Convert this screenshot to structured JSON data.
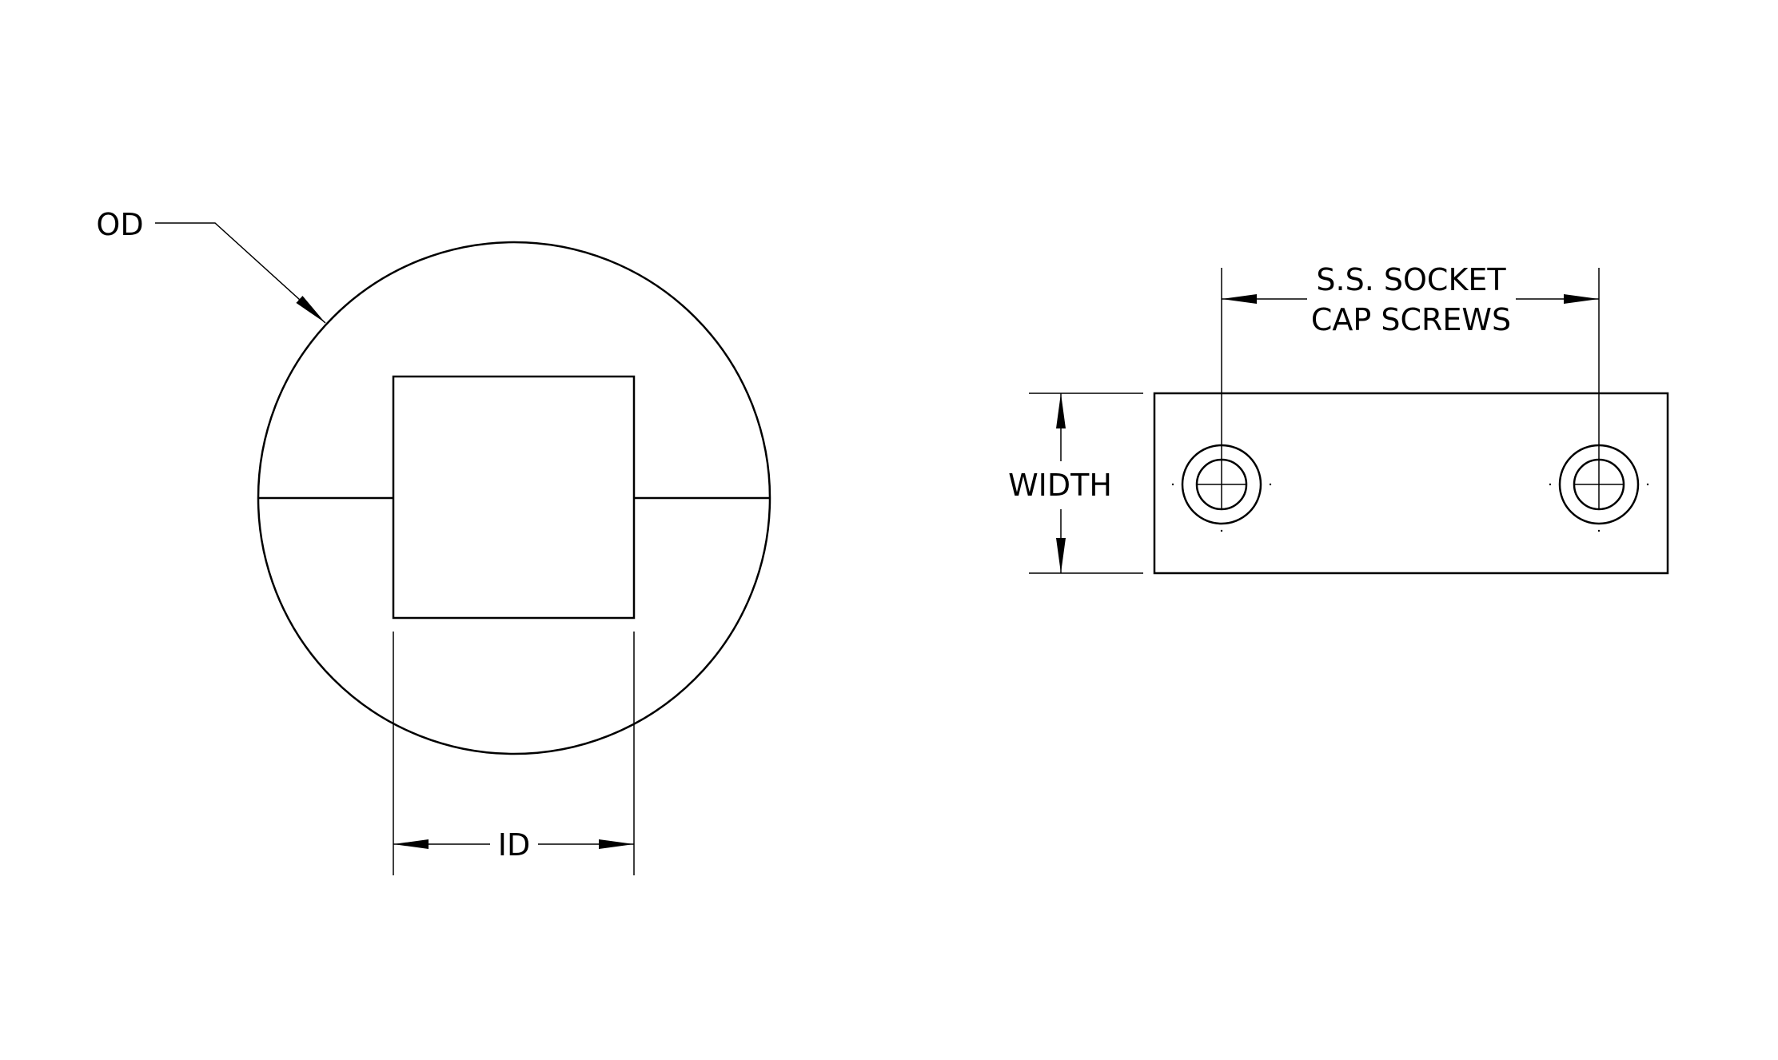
{
  "left_view": {
    "od_label": "OD",
    "id_label": "ID"
  },
  "right_view": {
    "screws_label_line1": "S.S. SOCKET",
    "screws_label_line2": "CAP SCREWS",
    "width_label": "WIDTH"
  },
  "colors": {
    "line": "#000000",
    "background": "#ffffff"
  }
}
